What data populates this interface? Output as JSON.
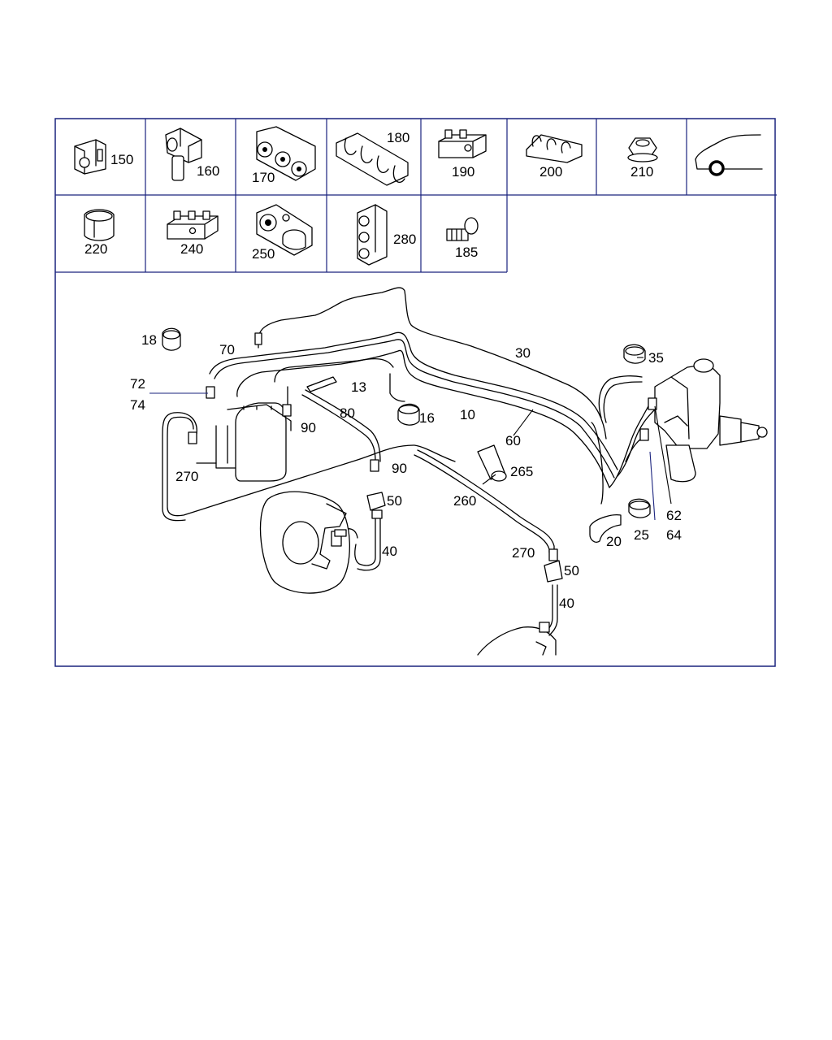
{
  "parts_grid": [
    {
      "label": "150",
      "icon": "clamp-block-icon"
    },
    {
      "label": "160",
      "icon": "pipe-clip-icon"
    },
    {
      "label": "170",
      "icon": "double-clamp-icon"
    },
    {
      "label": "180",
      "icon": "multi-clip-icon"
    },
    {
      "label": "190",
      "icon": "holder-icon"
    },
    {
      "label": "200",
      "icon": "wire-clip-icon"
    },
    {
      "label": "210",
      "icon": "hex-nut-icon"
    },
    {
      "label": "",
      "icon": "car-front-wheel-icon"
    },
    {
      "label": "220",
      "icon": "rubber-sleeve-icon"
    },
    {
      "label": "240",
      "icon": "strip-clip-icon"
    },
    {
      "label": "250",
      "icon": "twin-clamp-icon"
    },
    {
      "label": "280",
      "icon": "stack-clip-icon"
    },
    {
      "label": "185",
      "icon": "bolt-icon"
    }
  ],
  "callouts": [
    {
      "id": "c18",
      "text": "18"
    },
    {
      "id": "c70",
      "text": "70"
    },
    {
      "id": "c72",
      "text": "72"
    },
    {
      "id": "c74",
      "text": "74"
    },
    {
      "id": "c270a",
      "text": "270"
    },
    {
      "id": "c13",
      "text": "13"
    },
    {
      "id": "c80",
      "text": "80"
    },
    {
      "id": "c90a",
      "text": "90"
    },
    {
      "id": "c90b",
      "text": "90"
    },
    {
      "id": "c16",
      "text": "16"
    },
    {
      "id": "c10",
      "text": "10"
    },
    {
      "id": "c30",
      "text": "30"
    },
    {
      "id": "c35",
      "text": "35"
    },
    {
      "id": "c60",
      "text": "60"
    },
    {
      "id": "c265",
      "text": "265"
    },
    {
      "id": "c260",
      "text": "260"
    },
    {
      "id": "c50a",
      "text": "50"
    },
    {
      "id": "c40a",
      "text": "40"
    },
    {
      "id": "c270b",
      "text": "270"
    },
    {
      "id": "c50b",
      "text": "50"
    },
    {
      "id": "c40b",
      "text": "40"
    },
    {
      "id": "c20",
      "text": "20"
    },
    {
      "id": "c25",
      "text": "25"
    },
    {
      "id": "c62",
      "text": "62"
    },
    {
      "id": "c64",
      "text": "64"
    }
  ]
}
